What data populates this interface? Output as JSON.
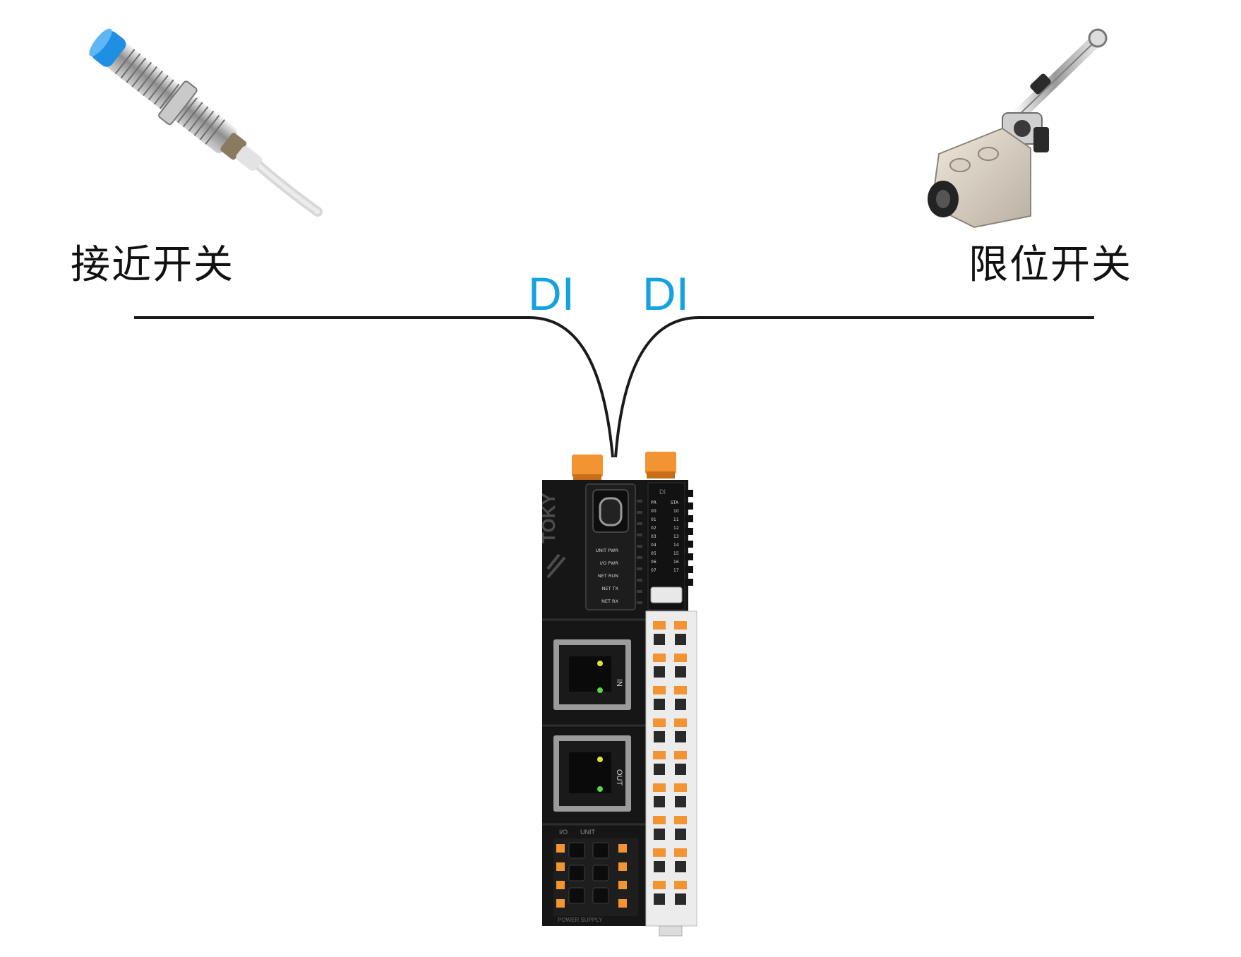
{
  "inputs": [
    {
      "label": "接近开关",
      "signal": "DI",
      "device": "proximity-sensor"
    },
    {
      "label": "限位开关",
      "signal": "DI",
      "device": "limit-switch"
    }
  ],
  "module": {
    "brand": "TOKY",
    "status_leds": [
      "UNIT PWR",
      "I/O PWR",
      "NET RUN",
      "NET TX",
      "NET RX"
    ],
    "ports": [
      "IN",
      "OUT"
    ],
    "power_labels": [
      "I/O",
      "UNIT"
    ],
    "power_caption": "POWER SUPPLY",
    "io_header": "DI",
    "io_col_left": "PR",
    "io_col_right": "STA",
    "io_left": [
      "00",
      "01",
      "02",
      "03",
      "04",
      "05",
      "06",
      "07"
    ],
    "io_right": [
      "10",
      "11",
      "12",
      "13",
      "14",
      "15",
      "16",
      "17"
    ]
  },
  "colors": {
    "wire": "#1a1a1a",
    "signal": "#14a3e0",
    "accent": "#f39433",
    "housing": "#161616"
  }
}
